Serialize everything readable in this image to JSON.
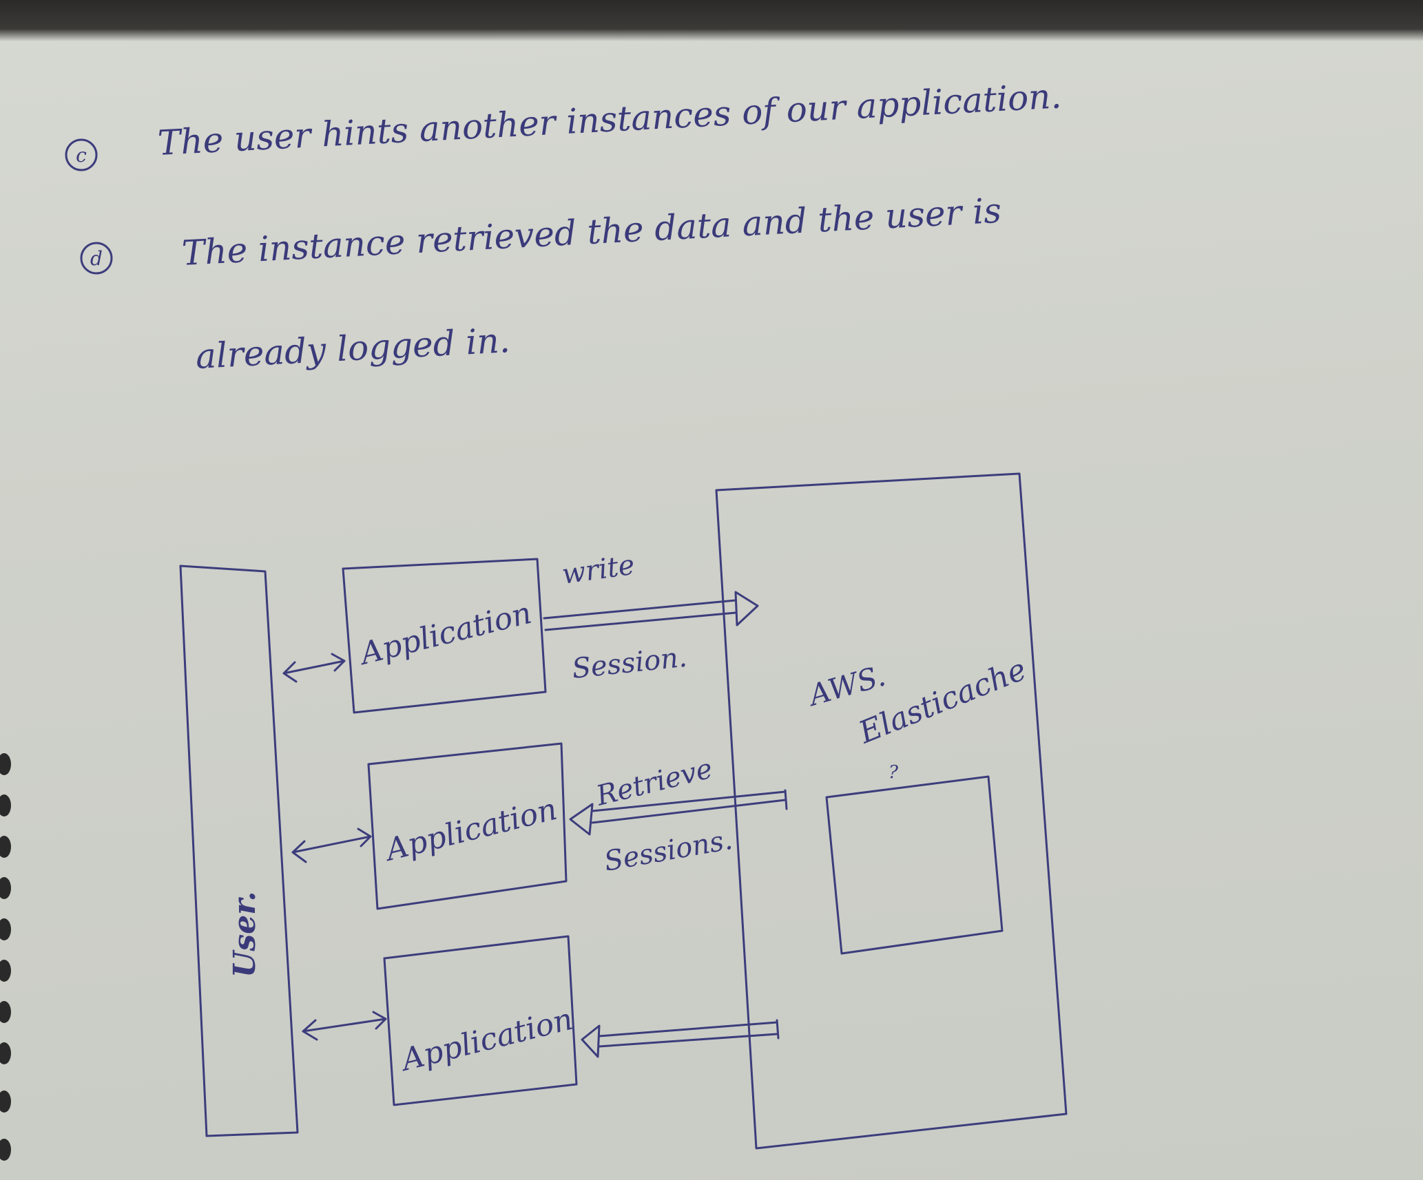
{
  "notes": {
    "line_c_marker": "c",
    "line_c": "The user hints another instances of our application.",
    "line_d_marker": "d",
    "line_d_1": "The instance retrieved the data and the user is",
    "line_d_2": "already logged in."
  },
  "diagram": {
    "user_label": "User.",
    "application_labels": [
      "Application",
      "Application",
      "Application"
    ],
    "write_label": "write",
    "session_label": "Session.",
    "retrieve_label": "Retrieve",
    "sessions_label": "Sessions.",
    "aws_label": "AWS.",
    "elasticache_label": "Elasticache",
    "question_mark": "?"
  },
  "colors": {
    "ink": "#3c3c7c",
    "paper": "#cfd1ca"
  }
}
